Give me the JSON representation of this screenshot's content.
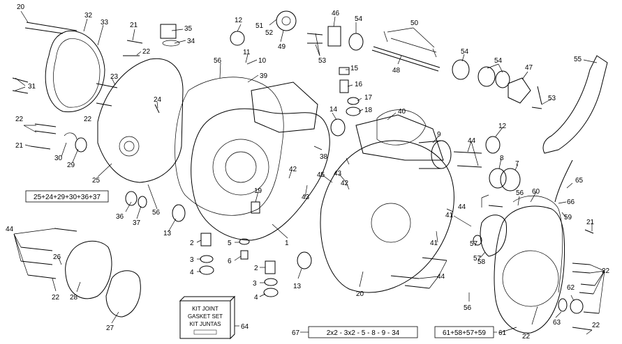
{
  "callouts": [
    "1",
    "2",
    "3",
    "4",
    "5",
    "6",
    "7",
    "8",
    "9",
    "10",
    "11",
    "12",
    "13",
    "14",
    "15",
    "16",
    "17",
    "18",
    "19",
    "20",
    "21",
    "22",
    "23",
    "24",
    "25",
    "26",
    "27",
    "28",
    "29",
    "30",
    "31",
    "32",
    "33",
    "34",
    "35",
    "36",
    "37",
    "38",
    "39",
    "40",
    "41",
    "42",
    "43",
    "44",
    "45",
    "46",
    "47",
    "48",
    "49",
    "50",
    "51",
    "52",
    "53",
    "54",
    "55",
    "56",
    "57",
    "58",
    "59",
    "60",
    "61",
    "62",
    "63",
    "64",
    "65",
    "66",
    "67"
  ],
  "kit_box": {
    "line1": "KIT JOINT",
    "line2": "GASKET SET",
    "line3": "KIT JUNTAS",
    "number": "64"
  },
  "group_labels": {
    "left_group": "25+24+29+30+36+37",
    "right_group": "61+58+57+59",
    "bottom_group": "2x2 - 3x2 - 5 - 8 - 9 - 34",
    "bottom_group_ref": "67",
    "right_group_ref": "61"
  }
}
